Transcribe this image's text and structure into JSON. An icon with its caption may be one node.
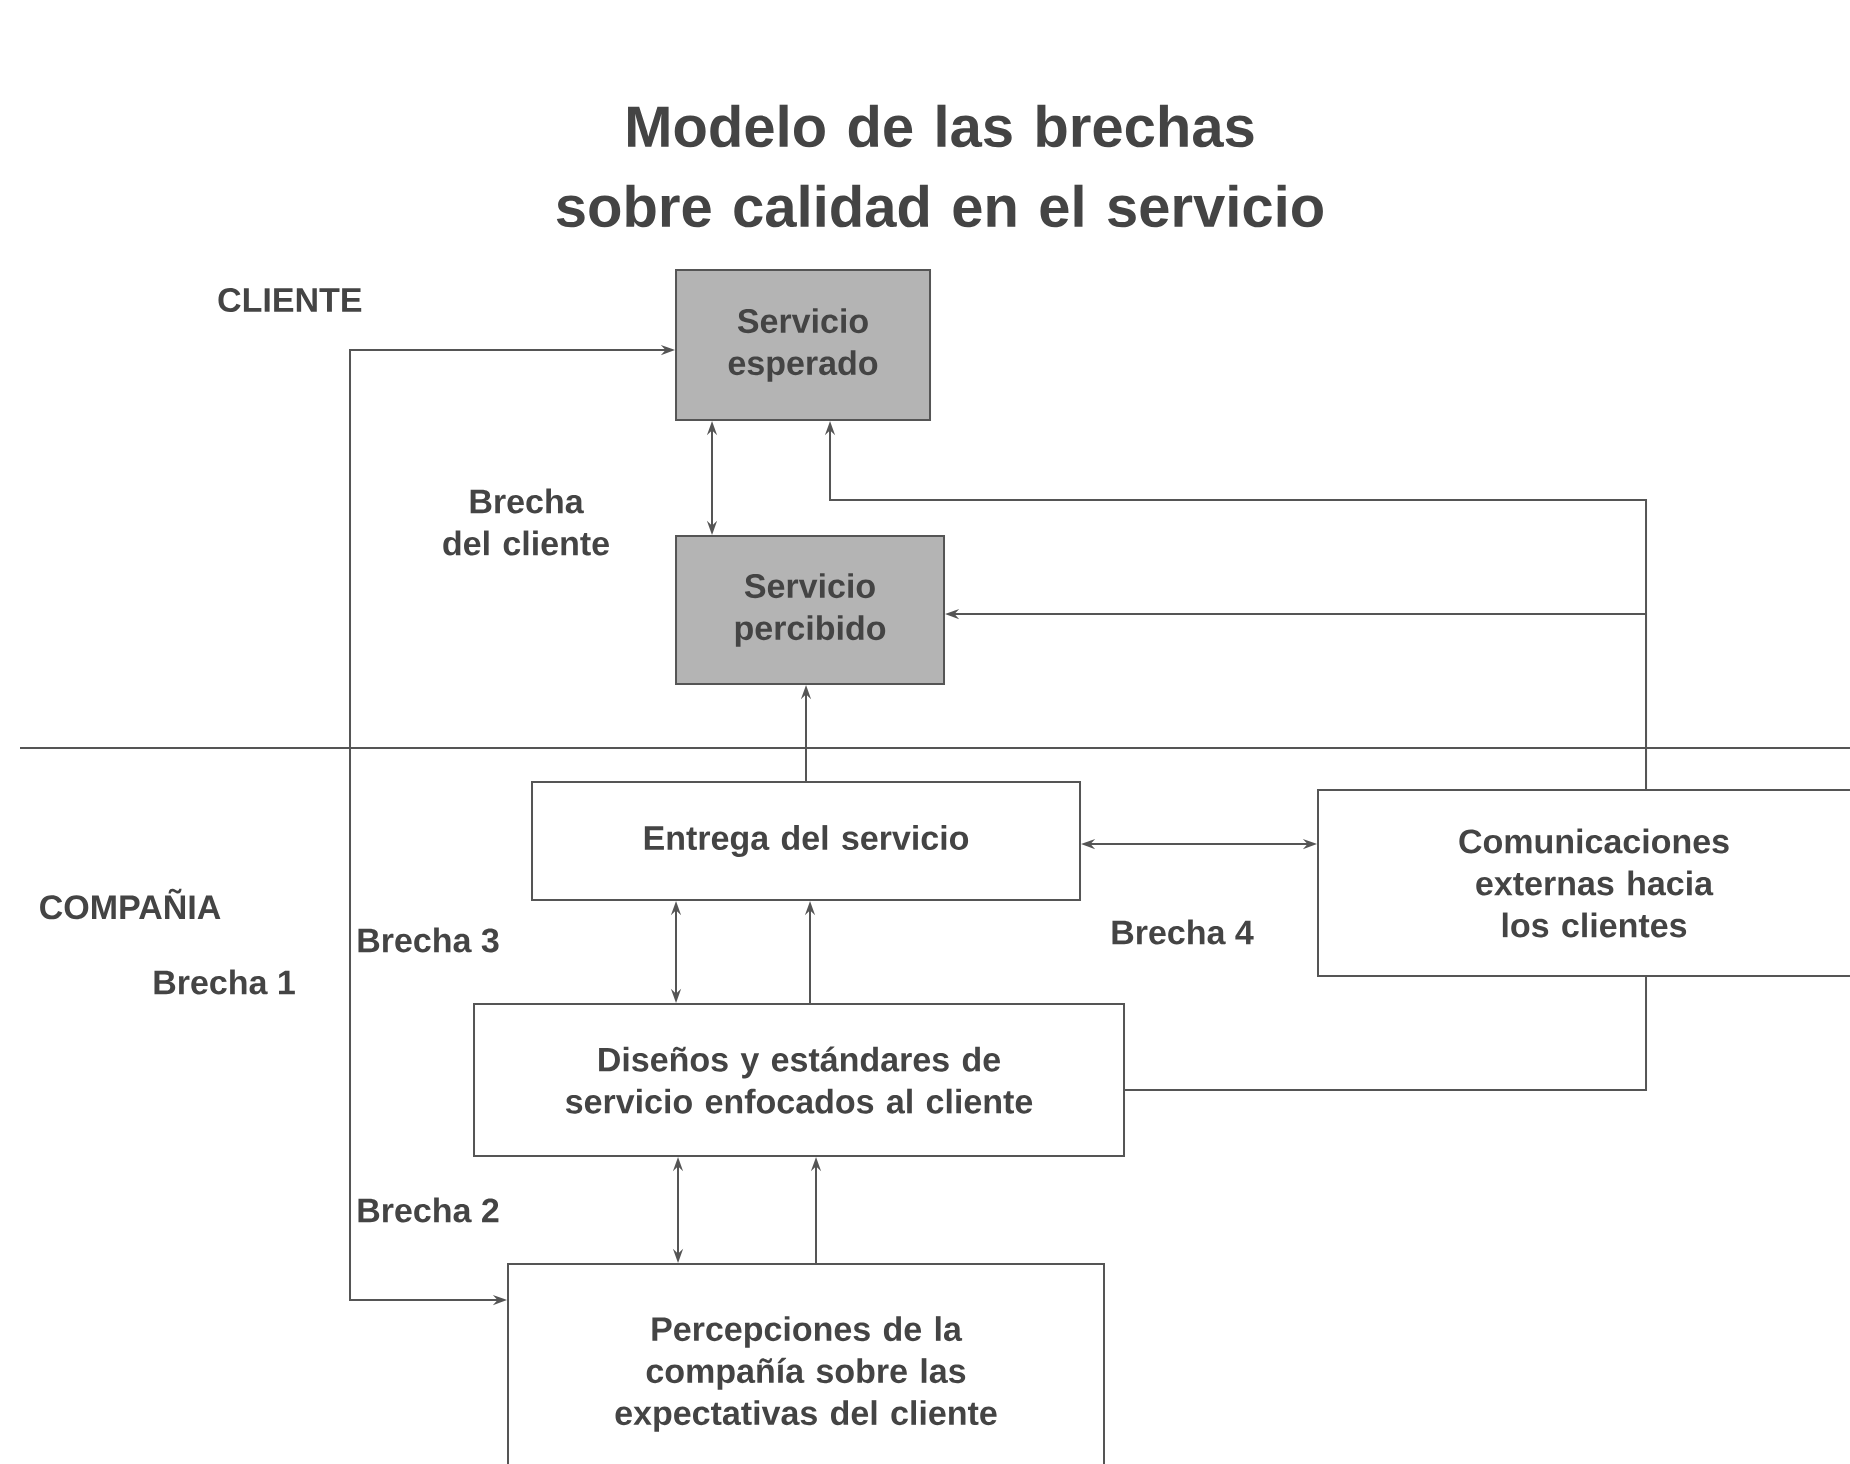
{
  "diagram": {
    "title": "Modelo de las brechas sobre calidad en el servicio",
    "nodes": [
      {
        "text": [
          "Servicio esperado"
        ]
      },
      {
        "text": [
          "Servicio percibido"
        ]
      },
      {
        "text": [
          "Entrega del servicio"
        ]
      },
      {
        "text": [
          "Comunicaciones externas hacia los clientes"
        ]
      },
      {
        "text": [
          "Diseños y estándares de servicio enfocados al cliente"
        ]
      },
      {
        "text": [
          "Percepciones de la compañía sobre las expectativas del cliente"
        ]
      }
    ],
    "edges": [
      {
        "from": 0,
        "to": 1,
        "arrow": "both"
      },
      {
        "from": 2,
        "to": 1,
        "arrow": "to"
      },
      {
        "from": 2,
        "to": 3,
        "arrow": "both"
      },
      {
        "from": 4,
        "to": 2,
        "arrow": "both"
      },
      {
        "from": 4,
        "to": 2,
        "arrow": "to"
      },
      {
        "from": 5,
        "to": 4,
        "arrow": "both"
      },
      {
        "from": 5,
        "to": 4,
        "arrow": "to"
      },
      {
        "from": 5,
        "to": 0,
        "arrow": "both"
      },
      {
        "from": 4,
        "to": 3,
        "arrow": "none"
      },
      {
        "from": 3,
        "to": 0,
        "arrow": "to"
      },
      {
        "from": 3,
        "to": 1,
        "arrow": "to"
      }
    ],
    "labels": [
      "CLIENTE",
      "Brecha del cliente",
      "COMPAÑIA",
      "Brecha 3",
      "Brecha 1",
      "Brecha 4",
      "Brecha 2"
    ]
  }
}
